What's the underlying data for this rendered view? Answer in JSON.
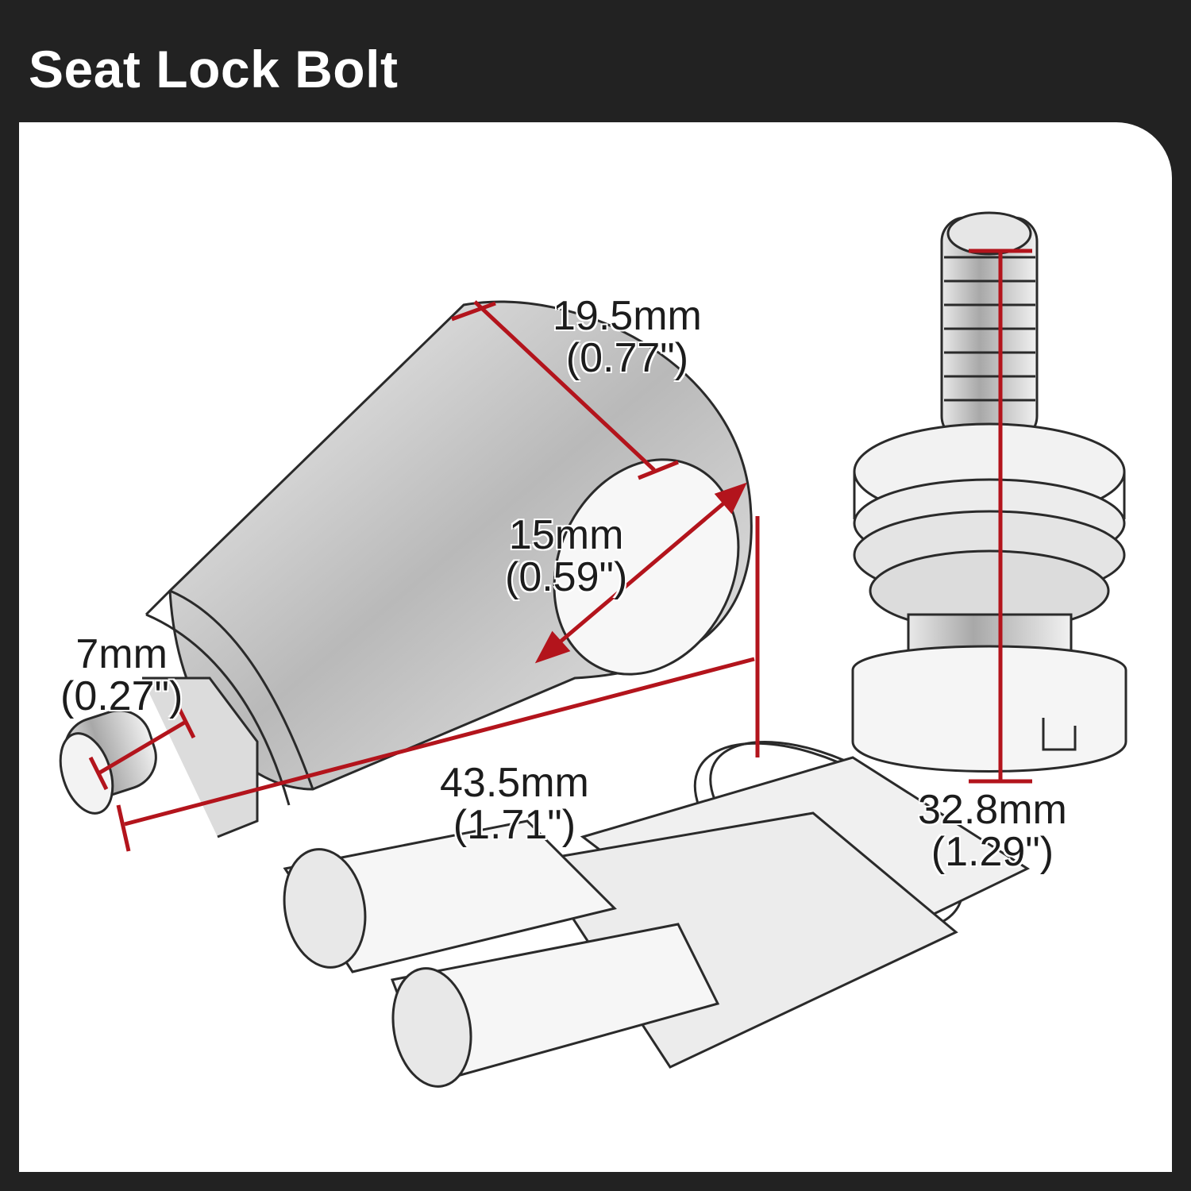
{
  "header": {
    "title": "Seat Lock Bolt"
  },
  "colors": {
    "dimension": "#b3141c",
    "background": "#222222",
    "panel": "#ffffff"
  },
  "dimensions": [
    {
      "metric": "19.5mm",
      "imperial": "(0.77\")"
    },
    {
      "metric": "15mm",
      "imperial": "(0.59\")"
    },
    {
      "metric": "7mm",
      "imperial": "(0.27\")"
    },
    {
      "metric": "43.5mm",
      "imperial": "(1.71\")"
    },
    {
      "metric": "32.8mm",
      "imperial": "(1.29\")"
    }
  ]
}
